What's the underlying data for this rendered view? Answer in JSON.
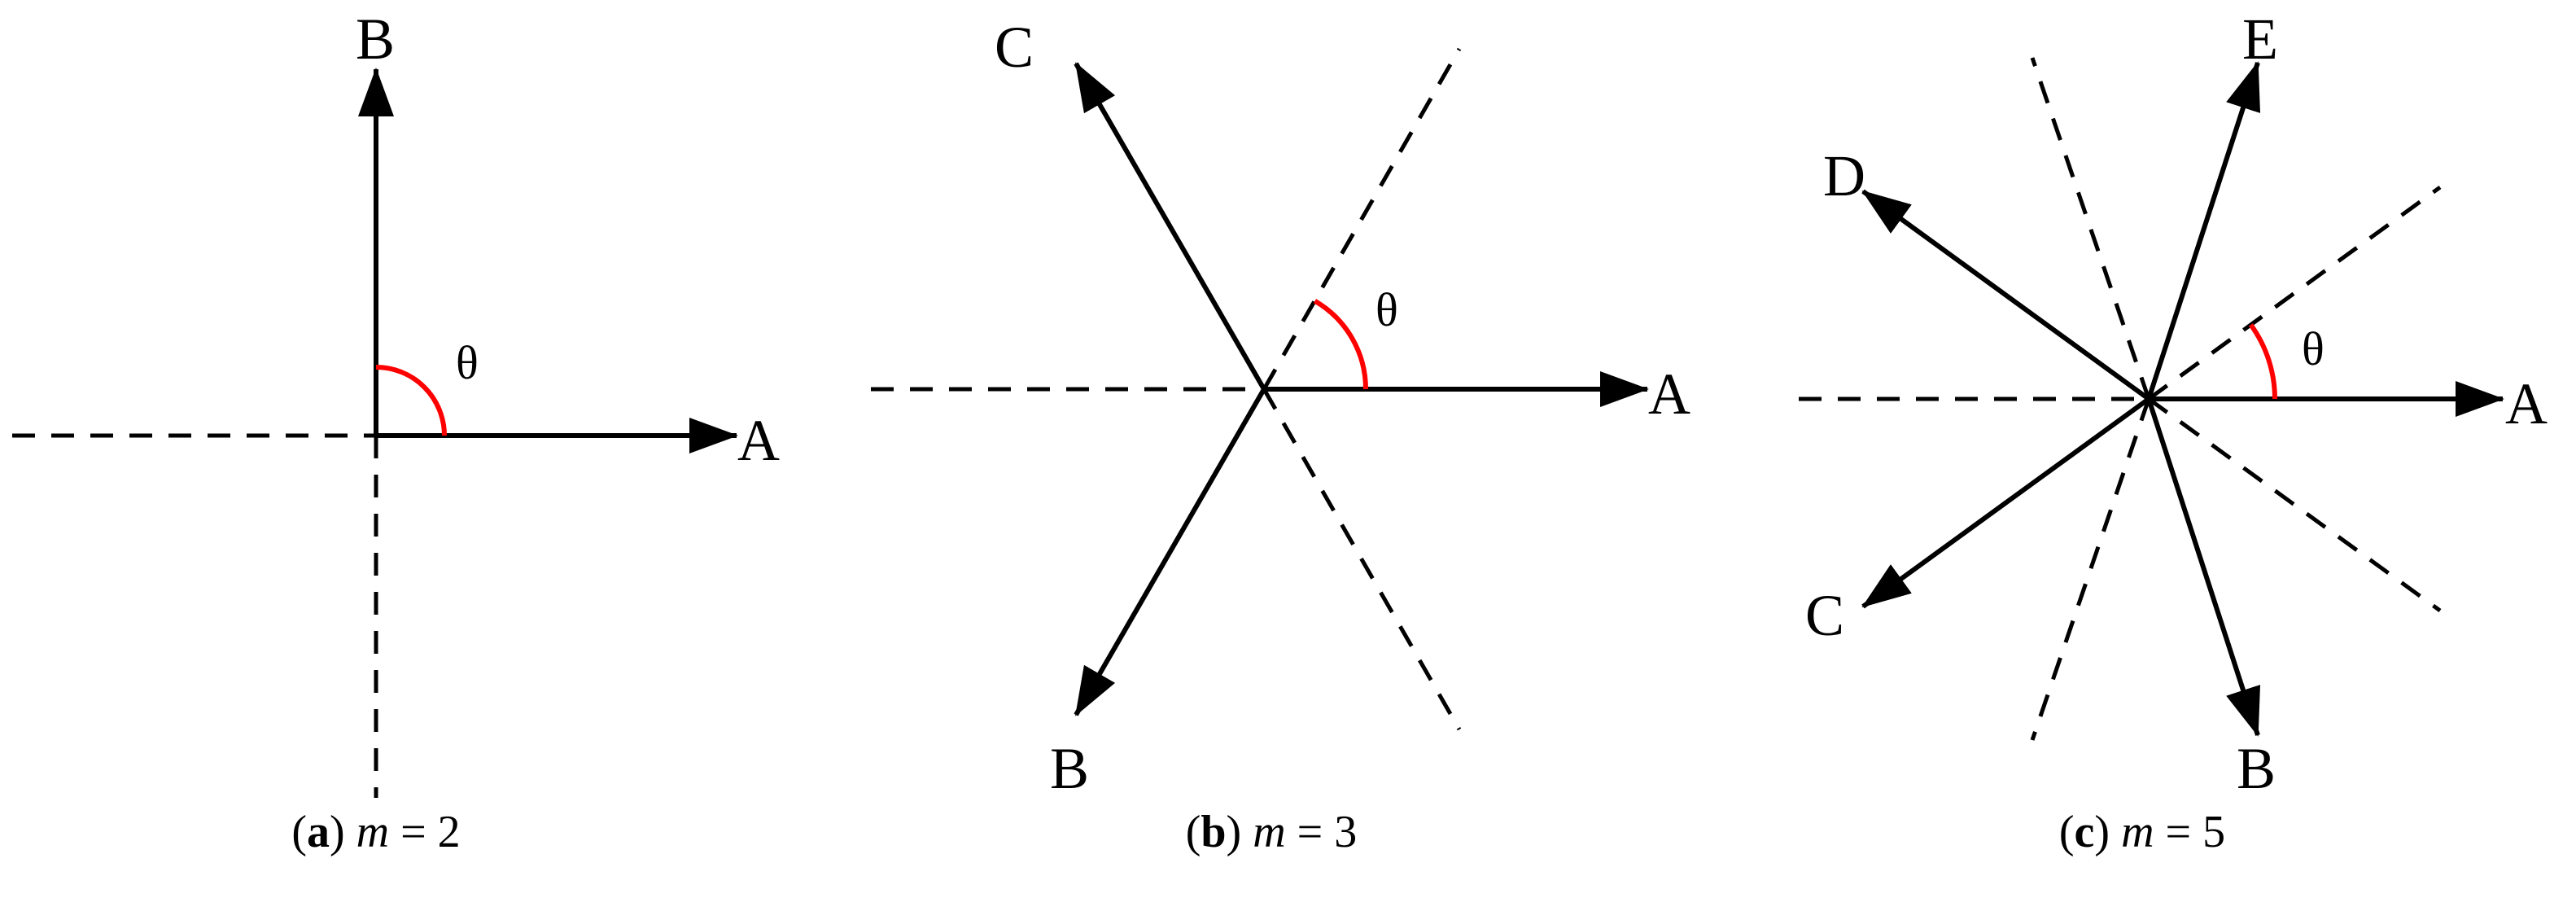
{
  "style": {
    "line_color": "#000000",
    "angle_color": "#ff0000",
    "background": "#ffffff"
  },
  "panels": [
    {
      "id": "a",
      "caption": {
        "open": "(",
        "letter": "a",
        "close": ")",
        "var": "m",
        "eq": " = 2"
      },
      "theta_label": "θ",
      "phases": [
        "A",
        "B"
      ]
    },
    {
      "id": "b",
      "caption": {
        "open": "(",
        "letter": "b",
        "close": ")",
        "var": "m",
        "eq": " = 3"
      },
      "theta_label": "θ",
      "phases": [
        "A",
        "B",
        "C"
      ]
    },
    {
      "id": "c",
      "caption": {
        "open": "(",
        "letter": "c",
        "close": ")",
        "var": "m",
        "eq": " = 5"
      },
      "theta_label": "θ",
      "phases": [
        "A",
        "B",
        "C",
        "D",
        "E"
      ]
    }
  ]
}
